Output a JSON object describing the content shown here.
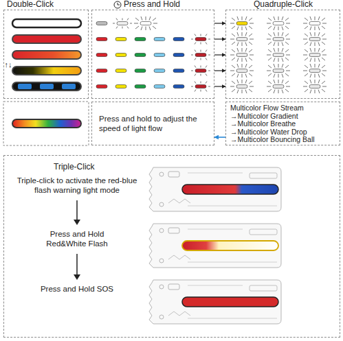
{
  "diagram": {
    "nodes": [
      {
        "text": [
          "Double-Click"
        ]
      },
      {
        "text": [
          "Press and Hold"
        ]
      },
      {
        "text": [
          "Quadruple-Click"
        ]
      },
      {
        "text": [
          "Press and hold to adjust the speed of light flow"
        ]
      },
      {
        "text": [
          "Multicolor Flow Stream",
          "→Multicolor Gradient",
          "→Multicolor Breathe",
          "→Multicolor Water Drop",
          "→Multicolor Bouncing Ball"
        ]
      },
      {
        "text": [
          "Triple-Click"
        ]
      }
    ],
    "edges": [
      {
        "from": 1,
        "to": 2,
        "arrow": "to"
      },
      {
        "from": 1,
        "to": 2,
        "arrow": "to"
      },
      {
        "from": 1,
        "to": 2,
        "arrow": "to"
      },
      {
        "from": 1,
        "to": 2,
        "arrow": "to"
      },
      {
        "from": 1,
        "to": 2,
        "arrow": "to"
      },
      {
        "from": 4,
        "to": 3,
        "arrow": "to"
      }
    ],
    "labels": [
      "↑↓",
      "Triple-click to activate the red-blue flash warning light mode",
      "Press and Hold Red&White Flash",
      "Press and Hold SOS"
    ]
  }
}
